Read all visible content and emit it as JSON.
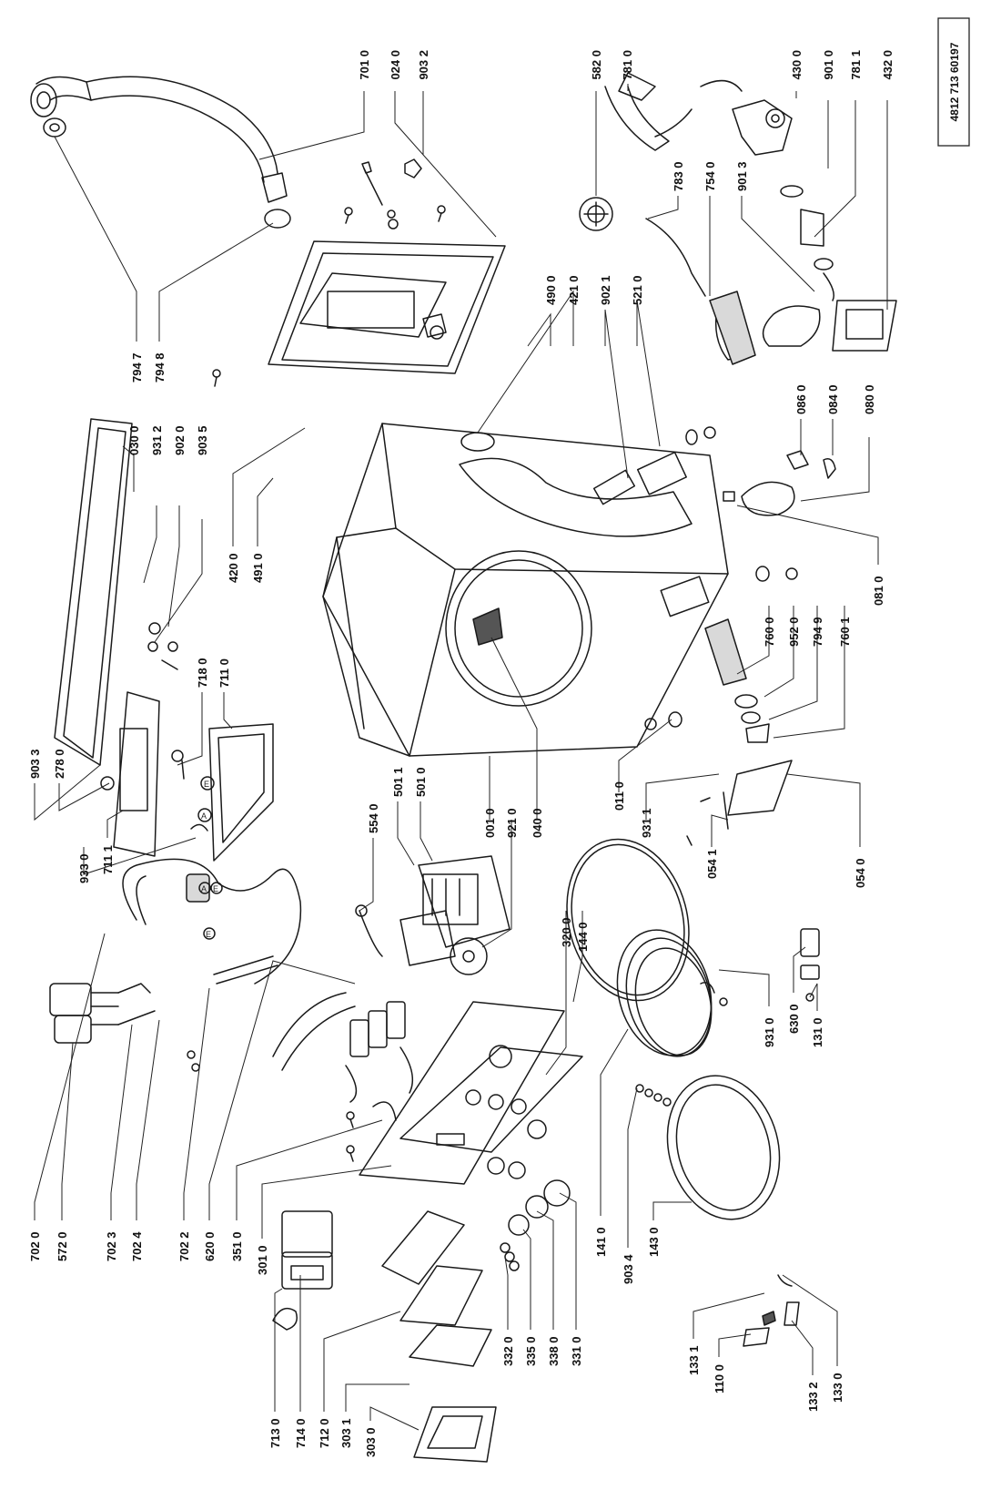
{
  "document_id": "4812 713 60197",
  "part_labels": {
    "p7010": "701 0",
    "p0240": "024 0",
    "p9032": "903 2",
    "p5820": "582 0",
    "p7810": "781 0",
    "p4300": "430 0",
    "p9010": "901 0",
    "p7811": "781 1",
    "p4320": "432 0",
    "p7947": "794 7",
    "p7948": "794 8",
    "p4900": "490 0",
    "p4210": "421 0",
    "p9021": "902 1",
    "p5210": "521 0",
    "p7830": "783 0",
    "p7540": "754 0",
    "p9013": "901 3",
    "p0300": "030 0",
    "p9312": "931 2",
    "p9020": "902 0",
    "p9035": "903 5",
    "p4200": "420 0",
    "p4910": "491 0",
    "p0860": "086 0",
    "p0840": "084 0",
    "p0800": "080 0",
    "p0810": "081 0",
    "p7600": "760 0",
    "p9520": "952 0",
    "p7949": "794 9",
    "p7601": "760 1",
    "p9033": "903 3",
    "p2780": "278 0",
    "p7180": "718 0",
    "p7110": "711 0",
    "p9330": "933 0",
    "p7111": "711 1",
    "p5540": "554 0",
    "p5011": "501 1",
    "p5010": "501 0",
    "p0010": "001 0",
    "p9210": "921 0",
    "p0400": "040 0",
    "p0110": "011 0",
    "p9311": "931 1",
    "p0541": "054 1",
    "p0540": "054 0",
    "p7020": "702 0",
    "p5720": "572 0",
    "p7023": "702 3",
    "p7024": "702 4",
    "p7022": "702 2",
    "p6200": "620 0",
    "p3510": "351 0",
    "p3010": "301 0",
    "p3200": "320 0",
    "p1440": "144 0",
    "p1410": "141 0",
    "p9034": "903 4",
    "p1430": "143 0",
    "p9310": "931 0",
    "p6300": "630 0",
    "p1310": "131 0",
    "p3320": "332 0",
    "p3350": "335 0",
    "p3380": "338 0",
    "p3310": "331 0",
    "p1331": "133 1",
    "p1100": "110 0",
    "p1332": "133 2",
    "p1330": "133 0",
    "p7130": "713 0",
    "p7140": "714 0",
    "p7120": "712 0",
    "p3031": "303 1",
    "p3030": "303 0"
  },
  "marker_letters": {
    "a": "A",
    "e": "E"
  }
}
